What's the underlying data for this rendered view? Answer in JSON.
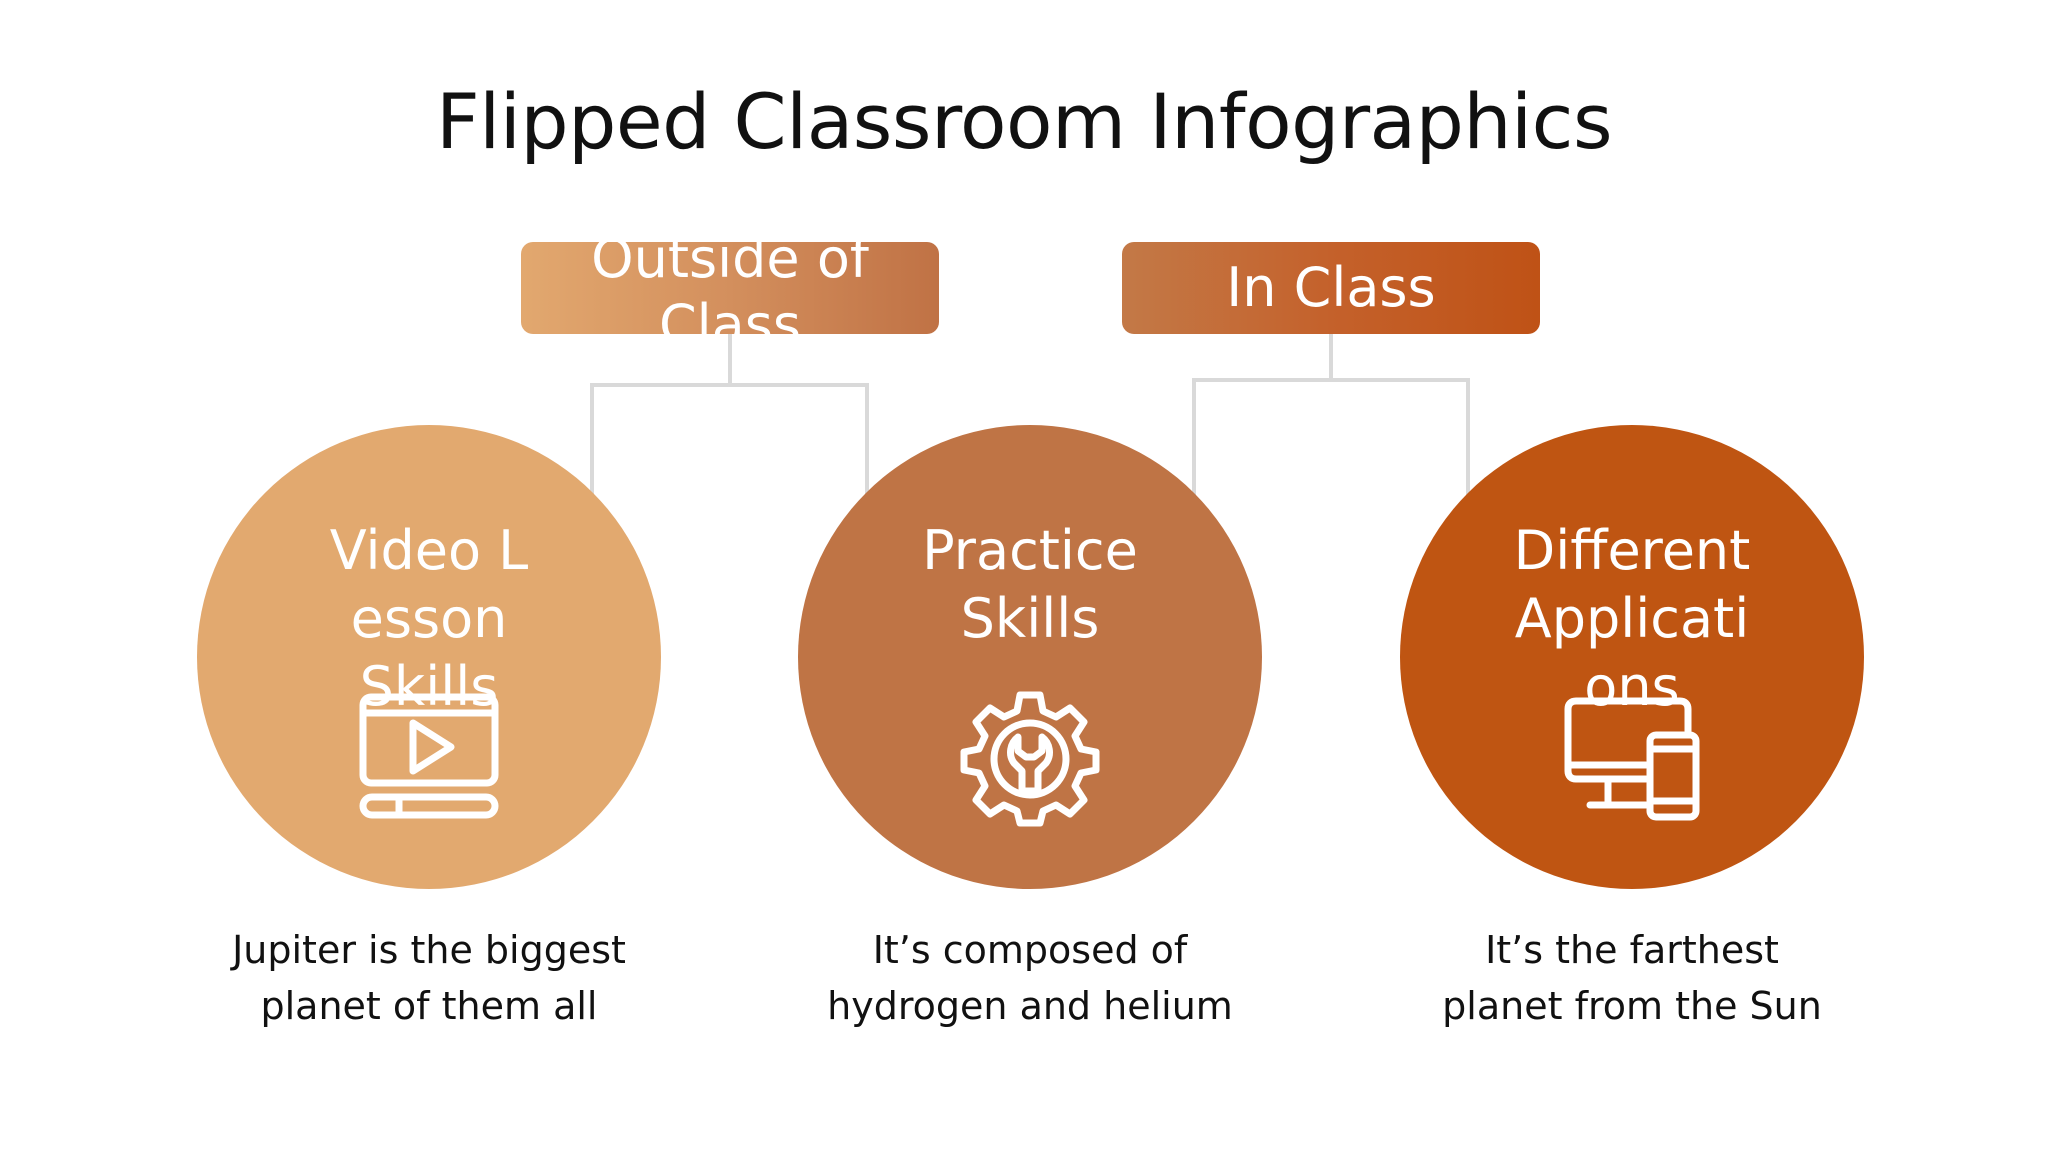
{
  "title": "Flipped Classroom Infographics",
  "groups": [
    {
      "label": "Outside of Class",
      "color_from": "#e2a86f",
      "color_to": "#c07245"
    },
    {
      "label": "In Class",
      "color_from": "#c37947",
      "color_to": "#bf5216"
    }
  ],
  "items": [
    {
      "label": "Video Lesson Skills",
      "icon": "video-player-icon",
      "color": "#e2a96f",
      "description": "Jupiter is the biggest planet of them all"
    },
    {
      "label": "Practice Skills",
      "icon": "gear-wrench-icon",
      "color": "#bf7445",
      "description": "It’s composed of hydrogen and helium"
    },
    {
      "label": "Different Applications",
      "icon": "devices-icon",
      "color": "#bf5512",
      "description": "It’s the farthest planet from the Sun"
    }
  ]
}
